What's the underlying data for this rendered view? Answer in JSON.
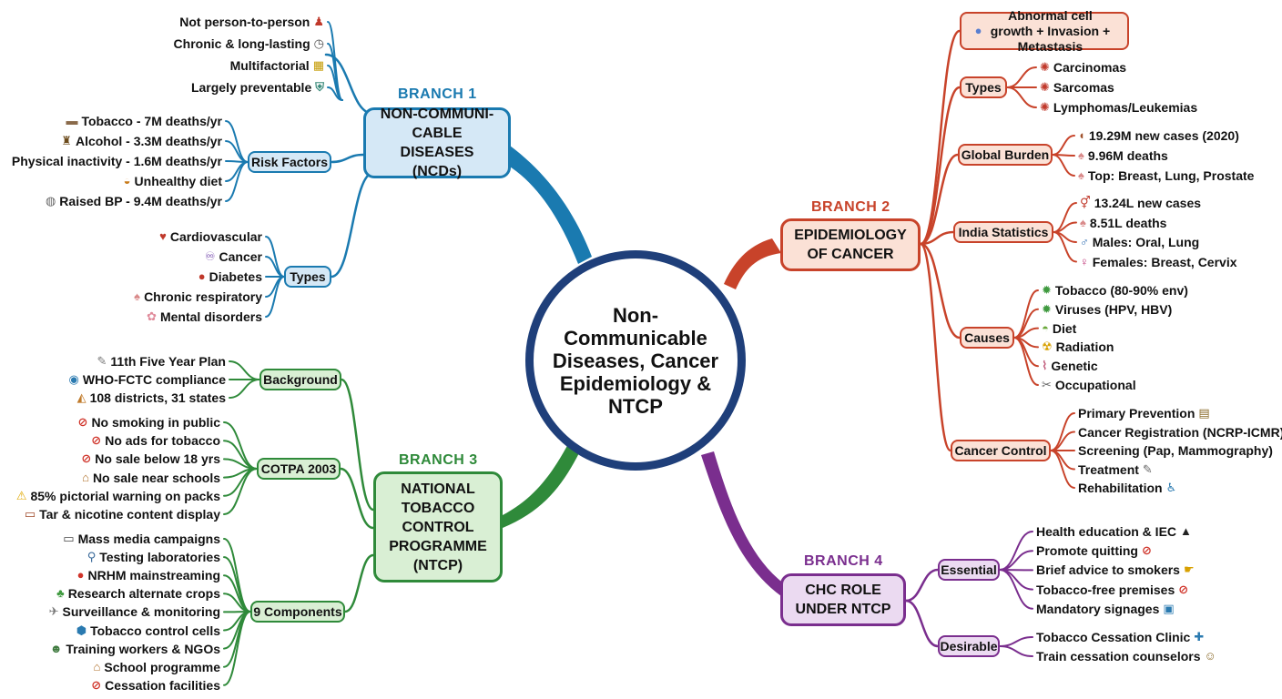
{
  "center": {
    "title": "Non-Communicable Diseases, Cancer Epidemiology & NTCP"
  },
  "colors": {
    "b1": "#1a7ab0",
    "b2": "#c8432a",
    "b3": "#2f8a3a",
    "b4": "#7a2e8e",
    "center_ring": "#1f3f7a"
  },
  "b1": {
    "label": "BRANCH 1",
    "title": "NON-COMMUNI-CABLE DISEASES (NCDs)",
    "top": [
      "Not person-to-person",
      "Chronic & long-lasting",
      "Multifactorial",
      "Largely preventable"
    ],
    "top_icons": [
      "people-icon",
      "clock-icon",
      "factors-icon",
      "shield-icon"
    ],
    "risk": {
      "label": "Risk Factors",
      "items": [
        "Tobacco - 7M deaths/yr",
        "Alcohol - 3.3M deaths/yr",
        "Physical inactivity - 1.6M deaths/yr",
        "Unhealthy diet",
        "Raised BP - 9.4M deaths/yr"
      ],
      "icons": [
        "cigarette-icon",
        "bottle-icon",
        "",
        "burger-icon",
        "bp-monitor-icon"
      ]
    },
    "types": {
      "label": "Types",
      "items": [
        "Cardiovascular",
        "Cancer",
        "Diabetes",
        "Chronic respiratory",
        "Mental disorders"
      ],
      "icons": [
        "heart-icon",
        "ribbon-icon",
        "blood-drop-icon",
        "lungs-icon",
        "brain-icon"
      ]
    }
  },
  "b2": {
    "label": "BRANCH 2",
    "title": "EPIDEMIOLOGY OF CANCER",
    "definition": "Abnormal cell growth + Invasion + Metastasis",
    "types": {
      "label": "Types",
      "items": [
        "Carcinomas",
        "Sarcomas",
        "Lymphomas/Leukemias"
      ],
      "icons": [
        "cell-icon",
        "cell-icon",
        "cell-icon"
      ]
    },
    "global": {
      "label": "Global Burden",
      "items": [
        "19.29M new cases (2020)",
        "9.96M deaths",
        "Top: Breast, Lung, Prostate"
      ],
      "icons": [
        "liver-icon",
        "lungs-icon",
        "lungs-icon"
      ]
    },
    "india": {
      "label": "India Statistics",
      "items": [
        "13.24L new cases",
        "8.51L deaths",
        "Males: Oral, Lung",
        "Females: Breast, Cervix"
      ],
      "icons": [
        "gender-icon",
        "lungs-icon",
        "male-icon",
        "female-icon"
      ]
    },
    "causes": {
      "label": "Causes",
      "items": [
        "Tobacco (80-90% env)",
        "Viruses (HPV, HBV)",
        "Diet",
        "Radiation",
        "Genetic",
        "Occupational"
      ],
      "icons": [
        "virus-icon",
        "virus-icon",
        "salad-icon",
        "radiation-icon",
        "dna-icon",
        "tools-icon"
      ]
    },
    "control": {
      "label": "Cancer Control",
      "items": [
        "Primary Prevention",
        "Cancer Registration (NCRP-ICMR)",
        "Screening (Pap, Mammography)",
        "Treatment",
        "Rehabilitation"
      ],
      "icons": [
        "clipboard-icon",
        "",
        "",
        "syringe-icon",
        "rehab-icon"
      ]
    }
  },
  "b3": {
    "label": "BRANCH 3",
    "title": "NATIONAL TOBACCO CONTROL PROGRAMME (NTCP)",
    "background": {
      "label": "Background",
      "items": [
        "11th Five Year Plan",
        "WHO-FCTC compliance",
        "108 districts, 31 states"
      ],
      "icons": [
        "memo-icon",
        "globe-icon",
        "map-icon"
      ]
    },
    "cotpa": {
      "label": "COTPA 2003",
      "items": [
        "No smoking in public",
        "No ads for tobacco",
        "No sale below 18 yrs",
        "No sale near schools",
        "85% pictorial warning on packs",
        "Tar & nicotine content display"
      ],
      "icons": [
        "no-smoking-icon",
        "no-ads-icon",
        "no-under-18-icon",
        "school-icon",
        "warning-icon",
        "display-icon"
      ]
    },
    "components": {
      "label": "9 Components",
      "items": [
        "Mass media campaigns",
        "Testing laboratories",
        "NRHM mainstreaming",
        "Research alternate crops",
        "Surveillance & monitoring",
        "Tobacco control cells",
        "Training workers & NGOs",
        "School programme",
        "Cessation facilities"
      ],
      "icons": [
        "tv-icon",
        "microscope-icon",
        "nrhm-icon",
        "seedling-icon",
        "satellite-icon",
        "cells-icon",
        "training-icon",
        "school-icon",
        "no-smoking-icon"
      ]
    }
  },
  "b4": {
    "label": "BRANCH 4",
    "title": "CHC ROLE UNDER NTCP",
    "essential": {
      "label": "Essential",
      "items": [
        "Health education & IEC",
        "Promote quitting",
        "Brief advice to smokers",
        "Tobacco-free premises",
        "Mandatory signages"
      ],
      "icons": [
        "grad-cap-icon",
        "no-smoking-icon",
        "advice-icon",
        "no-smoking-icon",
        "signage-icon"
      ]
    },
    "desirable": {
      "label": "Desirable",
      "items": [
        "Tobacco Cessation Clinic",
        "Train cessation counselors"
      ],
      "icons": [
        "clinic-icon",
        "counselor-icon"
      ]
    }
  }
}
